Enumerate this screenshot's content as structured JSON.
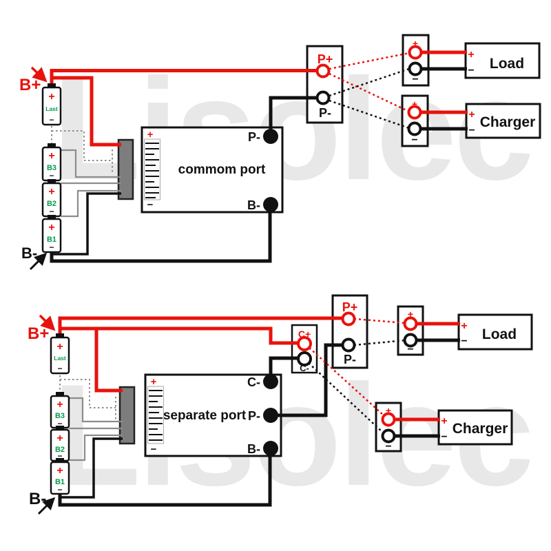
{
  "watermark": "Lisolec",
  "colors": {
    "accent_red": "#e8120c",
    "battery_green": "#009b4a",
    "wire_black": "#111111",
    "wire_gray": "#8c8c8c",
    "connector_gray": "#7d7d7d",
    "watermark_gray": "#e8e8e8"
  },
  "labels": {
    "plus": "+",
    "minus": "−",
    "b_plus": "B+",
    "b_minus": "B-",
    "p_plus": "P+",
    "p_minus": "P-",
    "c_plus": "C+",
    "c_minus": "C-",
    "load": "Load",
    "charger": "Charger"
  },
  "batteries": [
    "Last",
    "B3",
    "B2",
    "B1"
  ],
  "diagrams": [
    {
      "title": "commom port",
      "bms_terminals": [
        "P-",
        "B-"
      ]
    },
    {
      "title": "separate port",
      "bms_terminals": [
        "C-",
        "P-",
        "B-"
      ]
    }
  ]
}
